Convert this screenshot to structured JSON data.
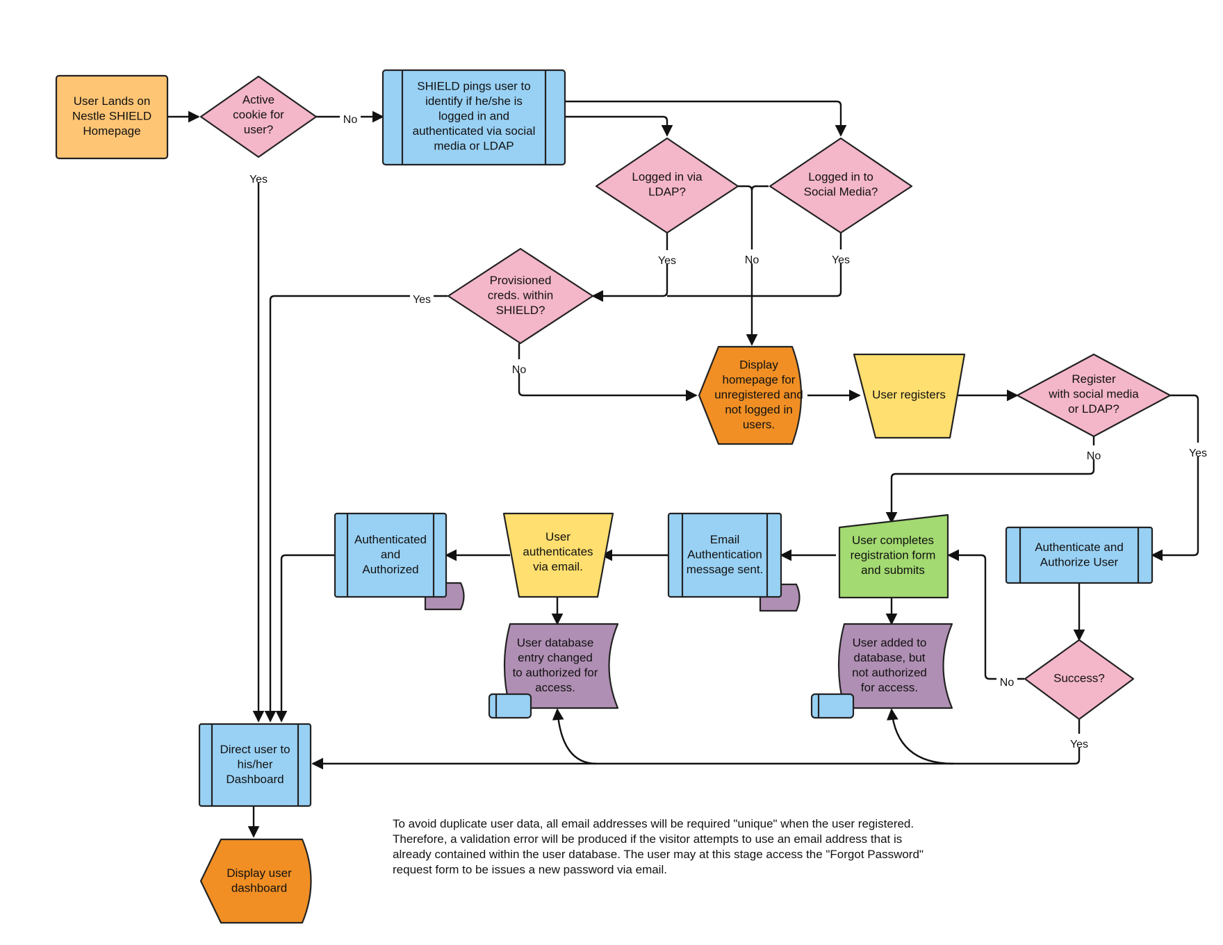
{
  "colors": {
    "orange_light": "#FEC575",
    "pink": "#F4B6C9",
    "blue": "#99D1F4",
    "orange": "#F18F24",
    "yellow": "#FEDF6F",
    "green": "#A3DA71",
    "purple": "#B08FB4"
  },
  "nodes": {
    "user_lands": "User Lands on\nNestle SHIELD\nHomepage",
    "active_cookie": "Active\ncookie for\nuser?",
    "shield_pings": "SHIELD pings user to\nidentify if he/she is\nlogged in and\nauthenticated via social\nmedia or LDAP",
    "logged_ldap": "Logged in via\nLDAP?",
    "logged_social": "Logged in to\nSocial Media?",
    "provisioned": "Provisioned\ncreds. within\nSHIELD?",
    "display_homepage": "Display\nhomepage for\nunregistered and\nnot logged in\nusers.",
    "user_registers": "User registers",
    "register_with": "Register\nwith social media\nor LDAP?",
    "completes_form": "User completes\nregistration form\nand submits",
    "email_auth_sent": "Email\nAuthentication\nmessage sent.",
    "authenticates_email": "User\nauthenticates\nvia email.",
    "authenticated_authorized": "Authenticated\nand\nAuthorized",
    "authenticate_authorize": "Authenticate and\nAuthorize User",
    "success": "Success?",
    "db_changed": "User database\nentry changed\nto authorized for\naccess.",
    "db_added": "User added to\ndatabase, but\nnot authorized\nfor access.",
    "direct_dashboard": "Direct user to\nhis/her\nDashboard",
    "display_dashboard": "Display user\ndashboard"
  },
  "edge_labels": {
    "cookie_no": "No",
    "cookie_yes": "Yes",
    "ldap_yes": "Yes",
    "login_no": "No",
    "social_yes": "Yes",
    "prov_yes": "Yes",
    "prov_no": "No",
    "register_no": "No",
    "register_yes": "Yes",
    "success_no": "No",
    "success_yes": "Yes"
  },
  "note": "To avoid duplicate user data, all email addresses will be required \"unique\" when the user registered.\nTherefore, a validation error will be produced if the visitor attempts to use an email address that is\nalready contained within the user database. The user may at this stage access the \"Forgot Password\"\nrequest form to be issues a new password via email."
}
